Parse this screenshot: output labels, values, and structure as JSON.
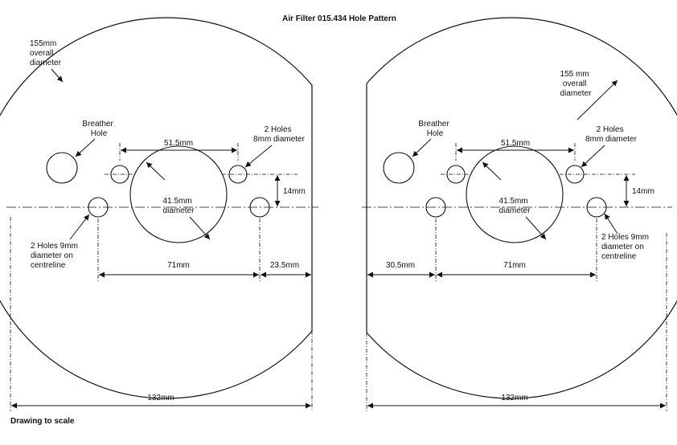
{
  "title": "Air Filter 015.434 Hole Pattern",
  "footer": "Drawing to scale",
  "left": {
    "overall_diameter": [
      "155mm",
      "overall",
      "diameter"
    ],
    "breather": [
      "Breather",
      "Hole"
    ],
    "holes_8mm": [
      "2 Holes",
      "8mm diameter"
    ],
    "holes_9mm": [
      "2 Holes 9mm",
      "diameter on",
      "centreline"
    ],
    "center_diameter": [
      "41.5mm",
      "diameter"
    ],
    "dim_51": "51.5mm",
    "dim_14": "14mm",
    "dim_71": "71mm",
    "dim_23": "23.5mm",
    "dim_132": "132mm"
  },
  "right": {
    "overall_diameter": [
      "155 mm",
      "overall",
      "diameter"
    ],
    "breather": [
      "Breather",
      "Hole"
    ],
    "holes_8mm": [
      "2 Holes",
      "8mm diameter"
    ],
    "holes_9mm": [
      "2 Holes 9mm",
      "diameter on",
      "centreline"
    ],
    "center_diameter": [
      "41.5mm",
      "diameter"
    ],
    "dim_51": "51.5mm",
    "dim_14": "14mm",
    "dim_30": "30.5mm",
    "dim_71": "71mm",
    "dim_132": "132mm"
  }
}
